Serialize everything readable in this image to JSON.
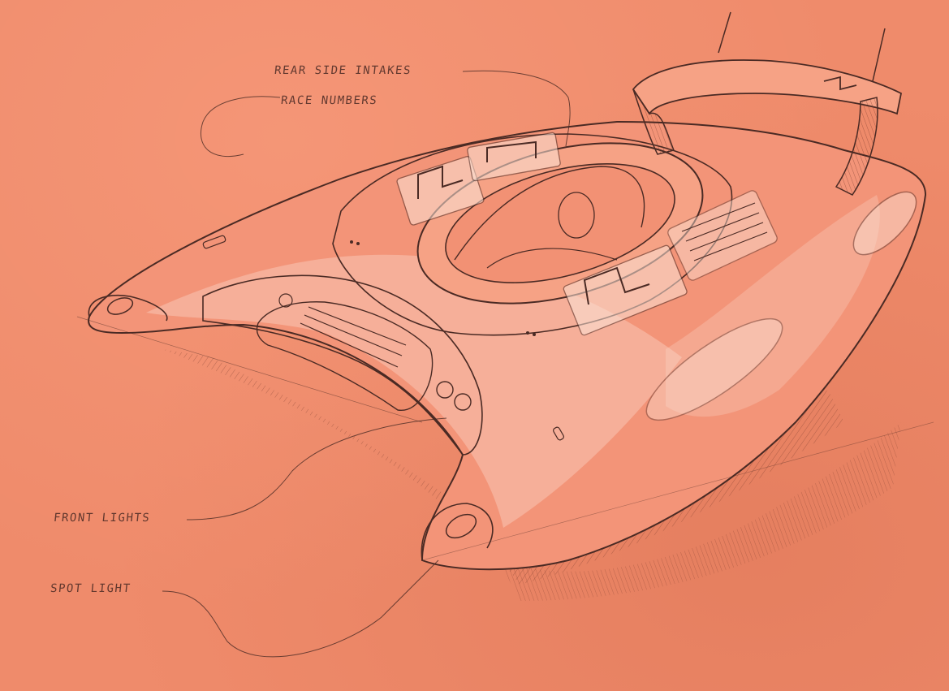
{
  "annotations": {
    "rear_intakes": "REAR SIDE INTAKES",
    "race_numbers": "RACE NUMBERS",
    "front_lights": "FRONT LIGHTS",
    "spot_light": "SPOT LIGHT"
  },
  "colors": {
    "paper": "#ef8b6b",
    "pencil": "#4a2a24",
    "highlight": "#fbe3d6",
    "shadow": "#b9553e"
  }
}
